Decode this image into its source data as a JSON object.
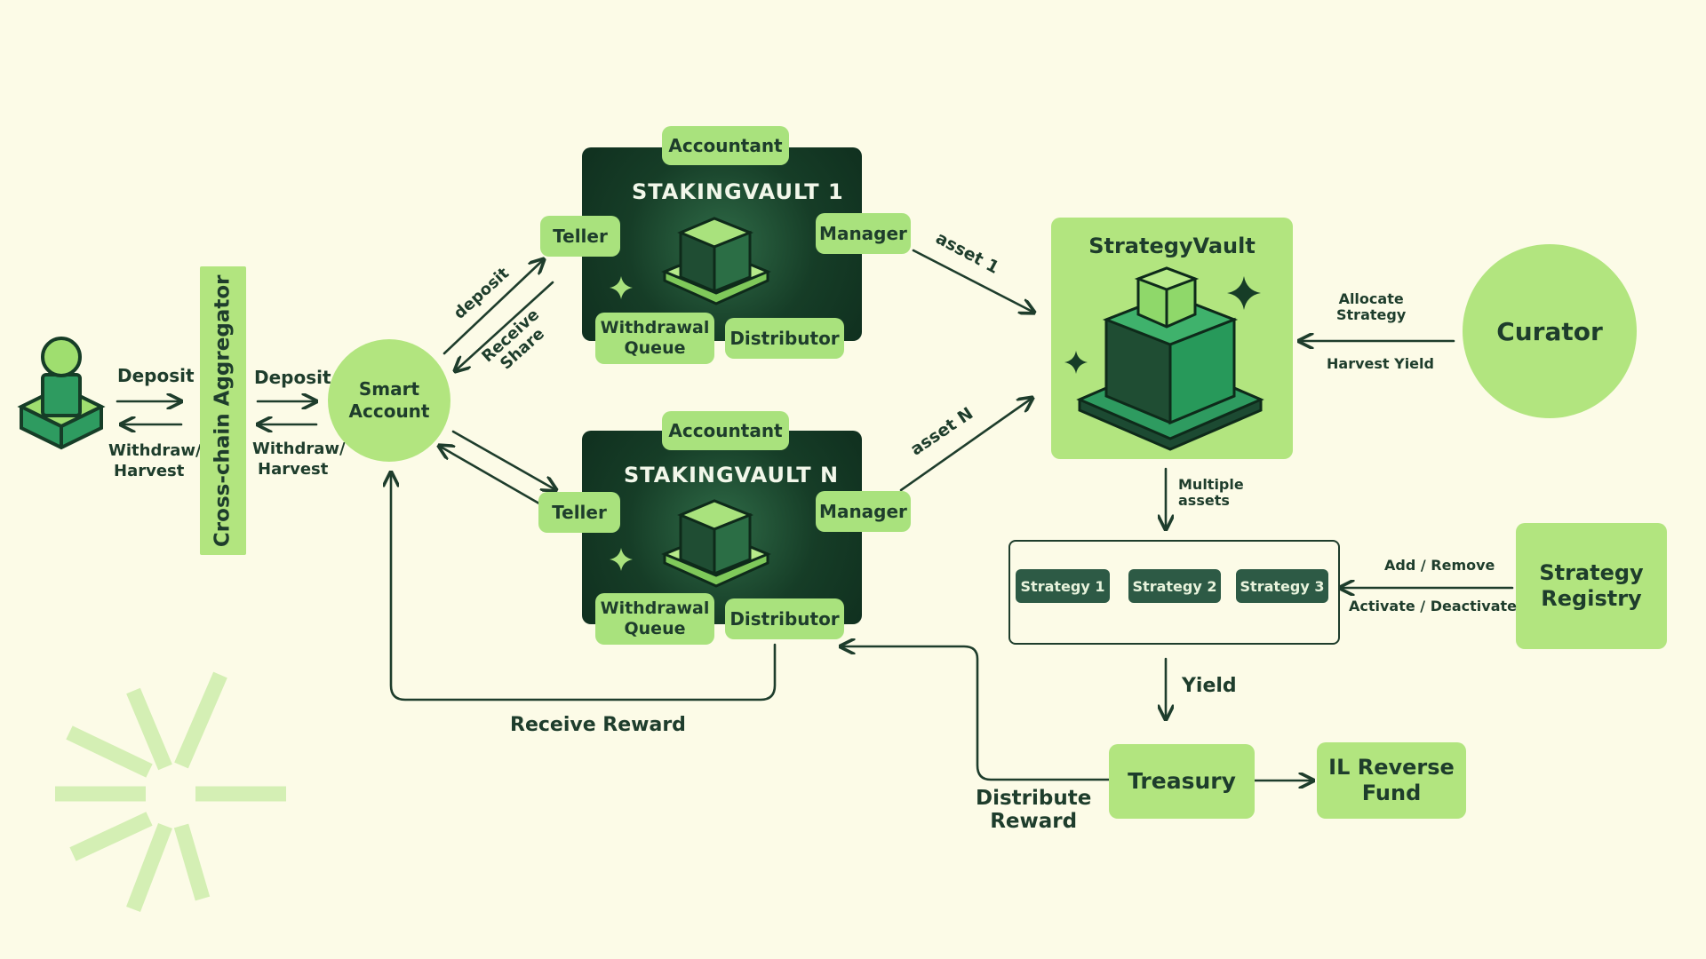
{
  "user": {
    "deposit": "Deposit",
    "withdraw": "Withdraw/",
    "harvest": "Harvest"
  },
  "aggregator": {
    "label": "Cross-chain Aggregator",
    "deposit": "Deposit",
    "withdraw": "Withdraw/",
    "harvest": "Harvest"
  },
  "smart_account": {
    "line1": "Smart",
    "line2": "Account"
  },
  "vault1": {
    "title": "STAKINGVAULT 1",
    "accountant": "Accountant",
    "teller": "Teller",
    "manager": "Manager",
    "withdrawal1": "Withdrawal",
    "withdrawal2": "Queue",
    "distributor": "Distributor",
    "deposit_edge": "deposit",
    "receive1": "Receive",
    "receive2": "Share",
    "asset_edge": "asset 1"
  },
  "vaultN": {
    "title": "STAKINGVAULT N",
    "accountant": "Accountant",
    "teller": "Teller",
    "manager": "Manager",
    "withdrawal1": "Withdrawal",
    "withdrawal2": "Queue",
    "distributor": "Distributor",
    "asset_edge": "asset N"
  },
  "strategy_vault": {
    "title": "StrategyVault",
    "multi1": "Multiple",
    "multi2": "assets"
  },
  "curator": {
    "label": "Curator",
    "allocate1": "Allocate",
    "allocate2": "Strategy",
    "harvest": "Harvest Yield"
  },
  "strategies": [
    "Strategy 1",
    "Strategy 2",
    "Strategy 3"
  ],
  "registry": {
    "line1": "Strategy",
    "line2": "Registry",
    "add": "Add / Remove",
    "activate": "Activate / Deactivate"
  },
  "yield": "Yield",
  "treasury": "Treasury",
  "il_fund": {
    "line1": "IL Reverse",
    "line2": "Fund"
  },
  "distribute": {
    "line1": "Distribute",
    "line2": "Reward"
  },
  "receive_reward": "Receive Reward",
  "colors": {
    "background": "#fcfbe7",
    "accent": "#b2e57f",
    "dark": "#163d27",
    "ink": "#1e3d2c"
  }
}
